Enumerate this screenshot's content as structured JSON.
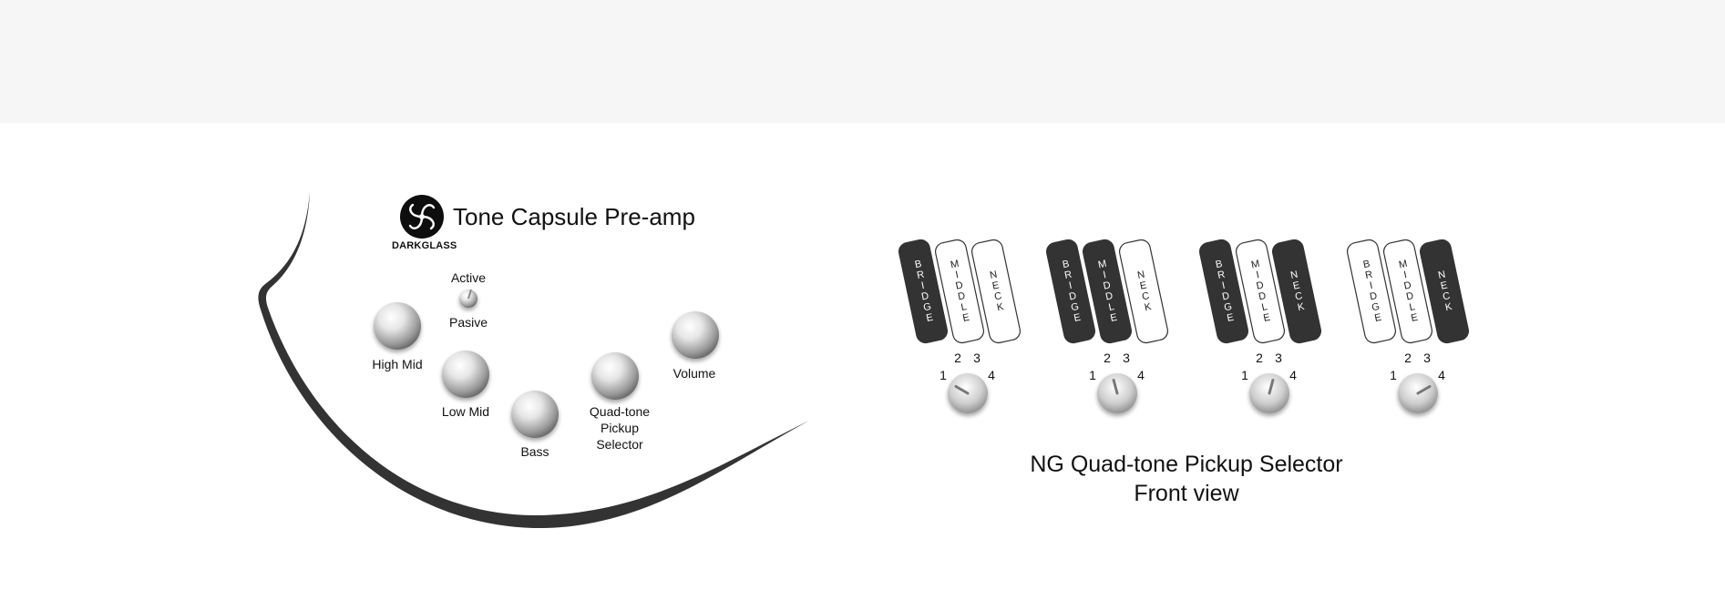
{
  "brand": {
    "name": "DARKGLASS"
  },
  "preamp": {
    "title": "Tone Capsule Pre-amp",
    "switch": {
      "top_label": "Active",
      "bottom_label": "Pasive"
    },
    "knobs": [
      {
        "id": "high-mid",
        "label": "High Mid"
      },
      {
        "id": "low-mid",
        "label": "Low Mid"
      },
      {
        "id": "bass",
        "label": "Bass"
      },
      {
        "id": "quad-tone",
        "label": "Quad-tone\nPickup\nSelector"
      },
      {
        "id": "volume",
        "label": "Volume"
      }
    ]
  },
  "selector": {
    "caption_line1": "NG  Quad-tone Pickup Selector",
    "caption_line2": "Front view",
    "pickup_names": [
      "BRIDGE",
      "MIDDLE",
      "NECK"
    ],
    "position_labels": [
      "1",
      "2",
      "3",
      "4"
    ],
    "groups": [
      {
        "position": 1,
        "active": [
          true,
          false,
          false
        ]
      },
      {
        "position": 2,
        "active": [
          true,
          true,
          false
        ]
      },
      {
        "position": 3,
        "active": [
          true,
          false,
          true
        ]
      },
      {
        "position": 4,
        "active": [
          false,
          false,
          true
        ]
      }
    ]
  },
  "colors": {
    "active_pickup": "#333333",
    "inactive_pickup": "#ffffff",
    "body_outline": "#333333",
    "top_band": "#f6f6f6"
  }
}
